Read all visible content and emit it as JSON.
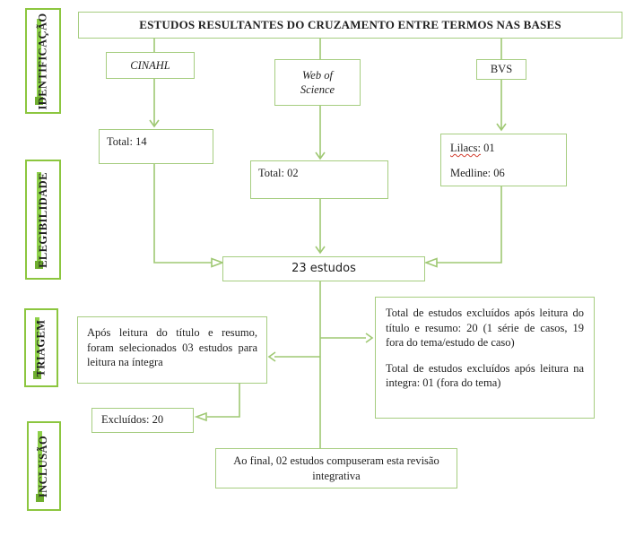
{
  "colors": {
    "line_green": "#9fc873",
    "box_border_green": "#a6cd80",
    "sidebar_border_green": "#8cc63f",
    "sidebar_stripe_green": "#8ed04a",
    "sidebar_stripe_end_green": "#6fae2f",
    "text": "#1f1f1f",
    "squiggle_red": "#d23f31"
  },
  "sidebar": {
    "items": [
      {
        "label": "IDENTIFICAÇÃO"
      },
      {
        "label": "ELEGIBILIDADE"
      },
      {
        "label": "TRIAGEM"
      },
      {
        "label": "INCLUSÃO"
      }
    ]
  },
  "title": "ESTUDOS RESULTANTES DO CRUZAMENTO ENTRE TERMOS NAS BASES",
  "nodes": {
    "cinahl": "CINAHL",
    "web_of_science": "Web of Science",
    "bvs": "BVS",
    "total_cinahl": "Total: 14",
    "total_wos": "Total: 02",
    "lilacs_word": "Lilacs:",
    "lilacs_rest": " 01",
    "medline": "Medline: 06",
    "merged_total": "23 estudos",
    "screening_left": "Após leitura do título e resumo, foram selecionados 03 estudos para leitura na íntegra",
    "excluded_p1": "Total de estudos excluídos após leitura do título e resumo: 20 (1 série de casos, 19 fora do tema/estudo de caso)",
    "excluded_p2": "Total de estudos excluídos após leitura na integra: 01 (fora do tema)",
    "excluded_count": "Excluídos: 20",
    "final": "Ao final, 02 estudos compuseram esta revisão integrativa"
  }
}
